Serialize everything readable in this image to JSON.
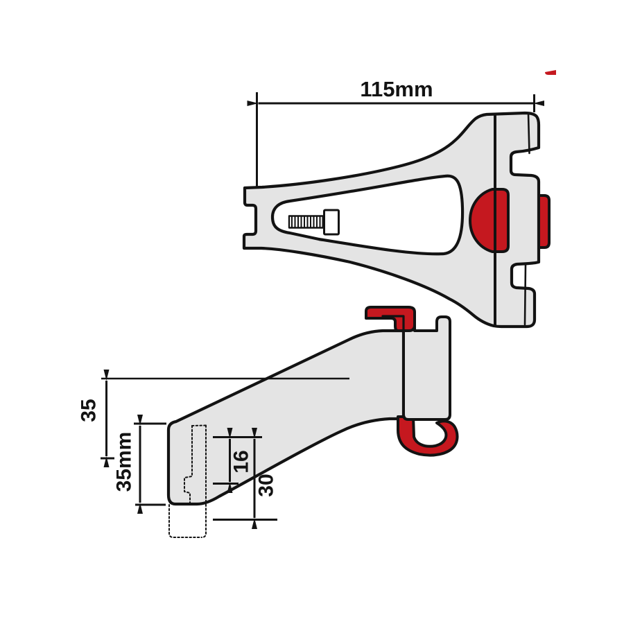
{
  "drawing": {
    "title": "Bicycle mount adapter technical drawing (two views)",
    "background_color": "#ffffff",
    "part_fill_color": "#e4e4e4",
    "outline_color": "#131313",
    "accent_red_color": "#c5181f",
    "views": {
      "top_view": {
        "parts": [
          "adapter-plate",
          "clamp-slot-cutout",
          "mounting-screw",
          "release-button",
          "side-tab"
        ]
      },
      "side_view": {
        "parts": [
          "bracket-arm",
          "mounting-plate",
          "top-clip",
          "safety-hook",
          "hidden-contour-dashed"
        ]
      }
    },
    "dimensions": {
      "overall_width": {
        "label": "115mm"
      },
      "drop_offset": {
        "label": "35"
      },
      "end_height": {
        "label": "35mm"
      },
      "slot_height": {
        "label": "16"
      },
      "lower_depth": {
        "label": "30"
      }
    },
    "logo_fragment_color": "#c5181f"
  }
}
